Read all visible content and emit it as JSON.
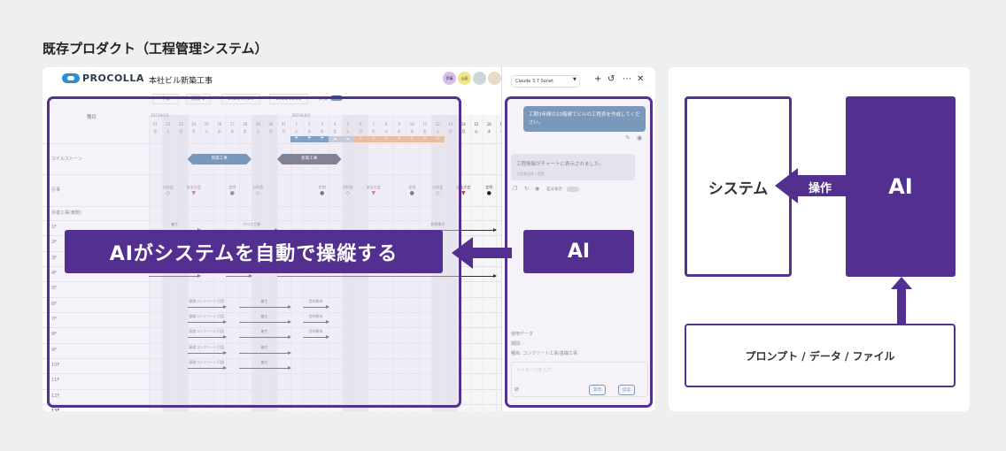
{
  "heading": "既存プロダクト（工程管理システム）",
  "app": {
    "logo": "PROCOLLA",
    "project": "本社ビル新築工事",
    "avatars": [
      "伊藤",
      "山田",
      "",
      ""
    ]
  },
  "toolbar": {
    "today": "今日",
    "unit": "週間 ▼",
    "start": "2023/07/26",
    "end": "2023/10/21",
    "weather_label": "天気"
  },
  "gantt": {
    "category_header": "種目",
    "months": [
      {
        "label": "2023年1月",
        "col": 0
      },
      {
        "label": "2023年8月",
        "col": 11
      }
    ],
    "days": [
      "21",
      "22",
      "23",
      "24",
      "25",
      "26",
      "27",
      "28",
      "29",
      "30",
      "31",
      "1",
      "2",
      "3",
      "4",
      "5",
      "6",
      "7",
      "8",
      "9",
      "10",
      "11",
      "12",
      "13",
      "14",
      "15",
      "16",
      "17"
    ],
    "weekdays": [
      "金",
      "土",
      "日",
      "月",
      "火",
      "水",
      "木",
      "金",
      "土",
      "日",
      "月",
      "火",
      "水",
      "木",
      "金",
      "土",
      "日",
      "月",
      "火",
      "水",
      "木",
      "金",
      "土",
      "日",
      "月",
      "火",
      "水",
      "木"
    ],
    "weather": [
      {
        "col": 11,
        "type": "rain"
      },
      {
        "col": 12,
        "type": "rain"
      },
      {
        "col": 13,
        "type": "rain"
      },
      {
        "col": 14,
        "type": "cloud"
      },
      {
        "col": 15,
        "type": "cloud"
      },
      {
        "col": 16,
        "type": "sun"
      },
      {
        "col": 17,
        "type": "sun"
      },
      {
        "col": 18,
        "type": "sun"
      },
      {
        "col": 19,
        "type": "sun"
      },
      {
        "col": 20,
        "type": "sun"
      },
      {
        "col": 21,
        "type": "sun"
      },
      {
        "col": 22,
        "type": "sun"
      }
    ],
    "rows": [
      "マイルストーン",
      "行事",
      "外装工事(東側)",
      "1F",
      "2F",
      "3F",
      "4F",
      "5F",
      "6F",
      "7F",
      "8F",
      "9F",
      "10F",
      "11F",
      "12F",
      "13F"
    ],
    "milestones": [
      {
        "label": "新築工事",
        "from": 3,
        "to": 8,
        "color": "#1f5c8c"
      },
      {
        "label": "新築工事",
        "from": 10,
        "to": 15,
        "color": "#2d3445"
      }
    ],
    "events": [
      {
        "label": "分科会",
        "col": 1,
        "shape": "diamond"
      },
      {
        "label": "安全大会",
        "col": 3,
        "shape": "tri"
      },
      {
        "label": "定例",
        "col": 6,
        "shape": "dotblue"
      },
      {
        "label": "分科会",
        "col": 8,
        "shape": "diamond"
      },
      {
        "label": "定例",
        "col": 13,
        "shape": "dot"
      },
      {
        "label": "分科会",
        "col": 15,
        "shape": "diamond"
      },
      {
        "label": "安全大会",
        "col": 17,
        "shape": "tri"
      },
      {
        "label": "定例",
        "col": 20,
        "shape": "dot"
      },
      {
        "label": "分科会",
        "col": 22,
        "shape": "diamond"
      },
      {
        "label": "安全大会",
        "col": 24,
        "shape": "tri"
      },
      {
        "label": "定例",
        "col": 26,
        "shape": "dot"
      }
    ],
    "tasks": [
      {
        "row": 3,
        "label": "養生",
        "from": 0,
        "to": 4
      },
      {
        "row": 3,
        "label": "クロス工事",
        "from": 6,
        "to": 10
      },
      {
        "row": 3,
        "label": "鉄骨建方",
        "from": 18,
        "to": 27
      },
      {
        "row": 6,
        "label": "",
        "from": 0,
        "to": 4
      },
      {
        "row": 6,
        "label": "",
        "from": 6,
        "to": 8
      },
      {
        "row": 6,
        "label": "",
        "from": 10,
        "to": 27
      },
      {
        "row": 8,
        "label": "基礎コンクリート打設",
        "from": 3,
        "to": 6
      },
      {
        "row": 8,
        "label": "養生",
        "from": 7,
        "to": 11
      },
      {
        "row": 8,
        "label": "型枠解体",
        "from": 12,
        "to": 14
      },
      {
        "row": 9,
        "label": "基礎コンクリート打設",
        "from": 3,
        "to": 6
      },
      {
        "row": 9,
        "label": "養生",
        "from": 7,
        "to": 11
      },
      {
        "row": 9,
        "label": "型枠解体",
        "from": 12,
        "to": 14
      },
      {
        "row": 10,
        "label": "基礎コンクリート打設",
        "from": 3,
        "to": 6
      },
      {
        "row": 10,
        "label": "養生",
        "from": 7,
        "to": 11
      },
      {
        "row": 10,
        "label": "型枠解体",
        "from": 12,
        "to": 14
      },
      {
        "row": 11,
        "label": "基礎コンクリート打設",
        "from": 3,
        "to": 6
      },
      {
        "row": 11,
        "label": "養生",
        "from": 7,
        "to": 11
      },
      {
        "row": 12,
        "label": "基礎コンクリート打設",
        "from": 3,
        "to": 6
      },
      {
        "row": 12,
        "label": "養生",
        "from": 7,
        "to": 11
      }
    ]
  },
  "chat": {
    "model": "Claude 3.7 Sonet",
    "user_msg": "工期3年間の10階建てビルの工程表を作成してください。",
    "ai_msg": "工程情報がチャートに表示されました。",
    "ai_sub": "工程表全体 / 提案",
    "diff_label": "差分表示",
    "data_title": "使用データ",
    "period": "期間: -",
    "category": "種目: コンクリート工事/基礎工事",
    "placeholder": "メッセージを入力",
    "btn_question": "質問",
    "btn_propose": "提案"
  },
  "callout": {
    "banner": "AIがシステムを自動で操縦する",
    "ai": "AI"
  },
  "diagram": {
    "system": "システム",
    "ai": "AI",
    "operate": "操作",
    "inputs": "プロンプト / データ / ファイル"
  },
  "colors": {
    "purple": "#53308f",
    "blue": "#1f5c8c"
  }
}
